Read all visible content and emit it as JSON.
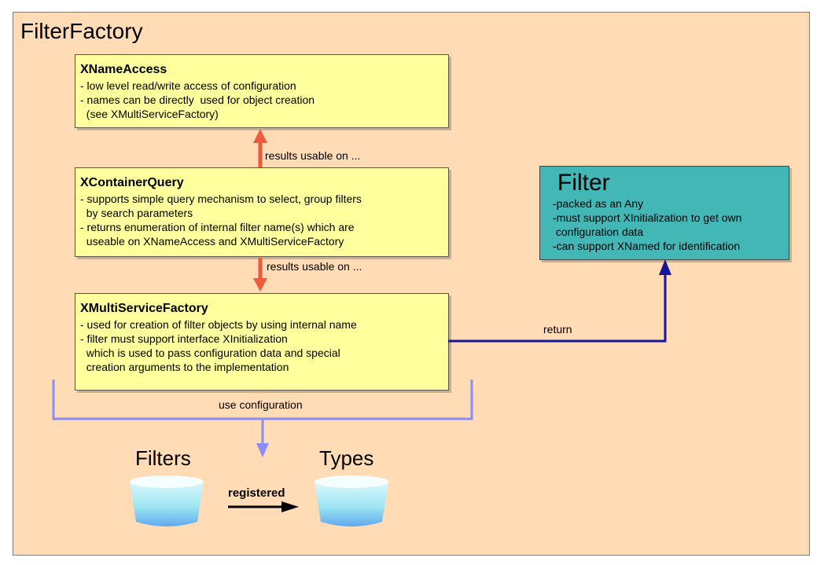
{
  "frame_title": "FilterFactory",
  "boxes": {
    "name_access": {
      "title": "XNameAccess",
      "lines": [
        "- low level read/write access of configuration",
        "- names can be directly  used for object creation",
        "  (see XMultiServiceFactory)"
      ]
    },
    "container_query": {
      "title": "XContainerQuery",
      "lines": [
        "- supports simple query mechanism to select, group filters",
        "  by search parameters",
        "- returns enumeration of internal filter name(s) which are",
        "  useable on XNameAccess and XMultiServiceFactory"
      ]
    },
    "multi_service": {
      "title": "XMultiServiceFactory",
      "lines": [
        "- used for creation of filter objects by using internal name",
        "- filter must support interface XInitialization",
        "  which is used to pass configuration data and special",
        "  creation arguments to the implementation"
      ]
    },
    "filter": {
      "title": "Filter",
      "lines": [
        "-packed as an Any",
        "-must support XInitialization to get own",
        " configuration data",
        "-can support XNamed for identification"
      ]
    }
  },
  "labels": {
    "results_usable_1": "results usable on ...",
    "results_usable_2": "results usable on ...",
    "return": "return",
    "use_configuration": "use configuration",
    "registered": "registered"
  },
  "stores": {
    "filters": "Filters",
    "types": "Types"
  },
  "colors": {
    "frame_bg": "#ffdbb6",
    "box_bg": "#ffff9e",
    "filter_bg": "#43b6b6",
    "red_arrow": "#f05a3c",
    "blue_line": "#15159a",
    "light_blue_line": "#8c8cf5"
  }
}
